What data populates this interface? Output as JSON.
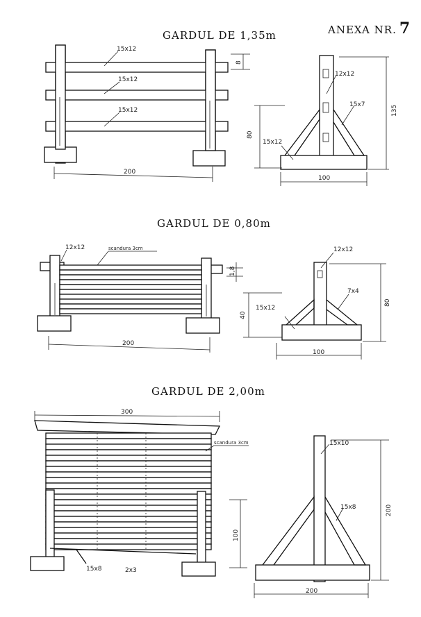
{
  "annex": {
    "label": "ANEXA NR.",
    "number": "7"
  },
  "fences": [
    {
      "title": "GARDUL DE 1,35m",
      "front": {
        "rail_labels": [
          "15x12",
          "15x12",
          "15x12"
        ],
        "spacing": "8",
        "width": "200"
      },
      "side": {
        "post": "12x12",
        "brace": "15x7",
        "base": "15x12",
        "height_mid": "80",
        "height": "135",
        "width": "100"
      }
    },
    {
      "title": "GARDUL DE 0,80m",
      "front": {
        "post": "12x12",
        "plank_note": "scandura 3cm",
        "spacing": "1,8",
        "width": "200"
      },
      "side": {
        "post": "12x12",
        "brace": "7x4",
        "base": "15x12",
        "height_mid": "40",
        "height": "80",
        "width": "100"
      }
    },
    {
      "title": "GARDUL DE 2,00m",
      "front": {
        "top_width": "300",
        "plank_note": "scandura 3cm",
        "height": "100",
        "bottom_left": "15x8",
        "bottom_right": "2x3"
      },
      "side": {
        "post": "15x10",
        "brace": "15x8",
        "height": "200",
        "width": "200"
      }
    }
  ]
}
